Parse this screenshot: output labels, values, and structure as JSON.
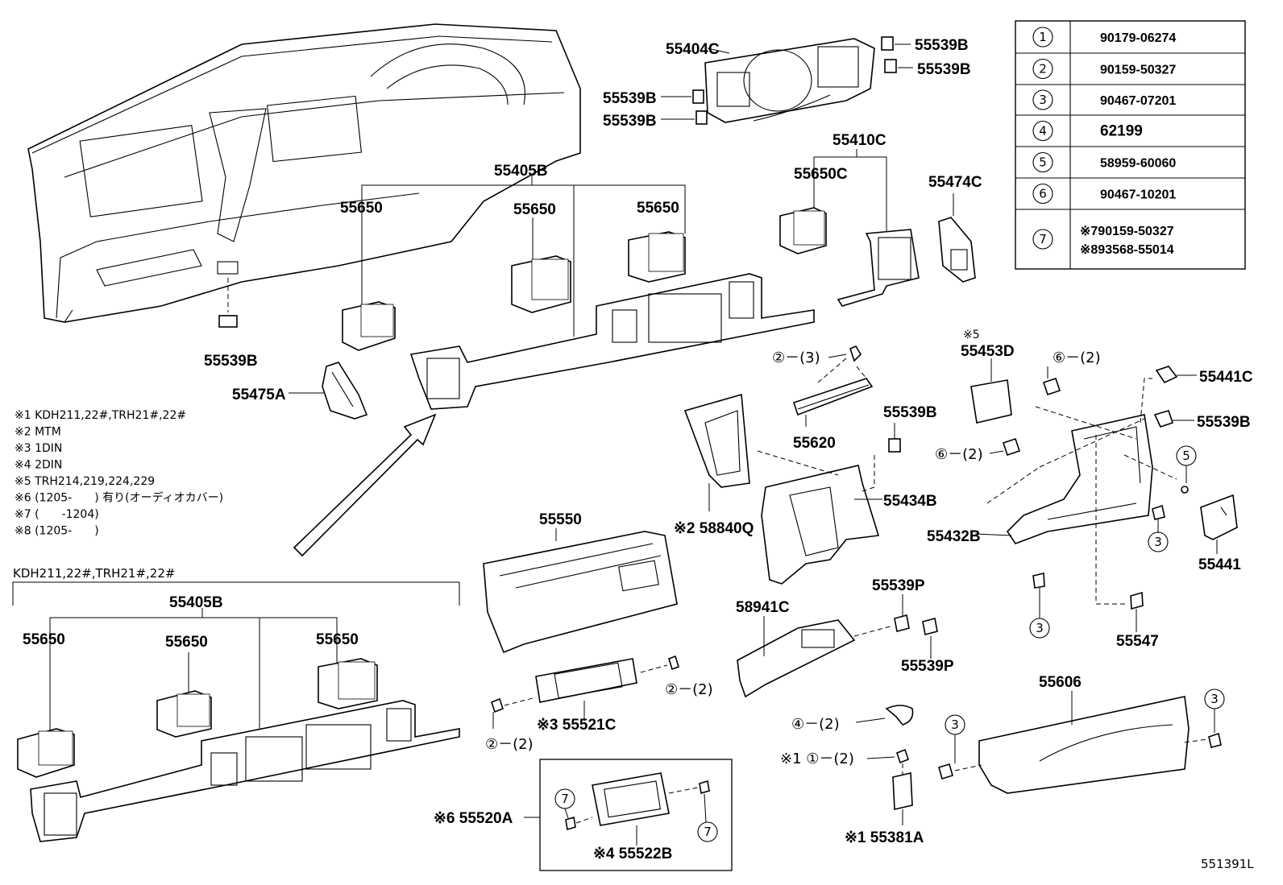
{
  "ref_table": [
    {
      "no": "1",
      "part": "90179-06274"
    },
    {
      "no": "2",
      "part": "90159-50327"
    },
    {
      "no": "3",
      "part": "90467-07201"
    },
    {
      "no": "4",
      "part": "62199"
    },
    {
      "no": "5",
      "part": "58959-60060"
    },
    {
      "no": "6",
      "part": "90467-10201"
    },
    {
      "no": "7",
      "part": "※790159-50327",
      "part2": "※893568-55014"
    }
  ],
  "notes": [
    "※1 KDH211,22#,TRH21#,22#",
    "※2 MTM",
    "※3 1DIN",
    "※4 2DIN",
    "※5 TRH214,219,224,229",
    "※6 (1205-　　) 有り(オーディオカバー)",
    "※7 (　　-1204)",
    "※8 (1205-　　)"
  ],
  "labels": {
    "l55404C": "55404C",
    "l55539B_a": "55539B",
    "l55539B_b": "55539B",
    "l55539B_c": "55539B",
    "l55539B_d": "55539B",
    "l55539B_e": "55539B",
    "l55539B_f": "55539B",
    "l55539B_g": "55539B",
    "l55405B_top": "55405B",
    "l55650_1": "55650",
    "l55650_2": "55650",
    "l55650_3": "55650",
    "l55410C": "55410C",
    "l55650C": "55650C",
    "l55474C": "55474C",
    "l55475A": "55475A",
    "l55620": "55620",
    "l55453D_mark": "※5",
    "l55453D": "55453D",
    "l55441C": "55441C",
    "l55434B": "55434B",
    "l55432B": "55432B",
    "l58840Q": "※2  58840Q",
    "l55441": "55441",
    "l55550": "55550",
    "l55547": "55547",
    "l58941C": "58941C",
    "l55539P_a": "55539P",
    "l55539P_b": "55539P",
    "l55521C": "※3  55521C",
    "l55606": "55606",
    "l55520A": "※6  55520A",
    "l55522B": "※4  55522B",
    "l55381A": "※1  55381A",
    "variant_title": "KDH211,22#,TRH21#,22#",
    "l55405B_bot": "55405B",
    "l55650_4": "55650",
    "l55650_5": "55650",
    "l55650_6": "55650",
    "diagram_id": "551391L"
  },
  "callouts": {
    "c2_3": "②－(3)",
    "c6_2a": "⑥－(2)",
    "c6_2b": "⑥－(2)",
    "c2_2a": "②－(2)",
    "c2_2b": "②－(2)",
    "c4_2": "④－(2)",
    "c1_2": "※1 ①－(2)"
  },
  "circle_markers": {
    "m5": "5",
    "m3a": "3",
    "m3b": "3",
    "m3c": "3",
    "m3d": "3",
    "m7a": "7",
    "m7b": "7"
  }
}
